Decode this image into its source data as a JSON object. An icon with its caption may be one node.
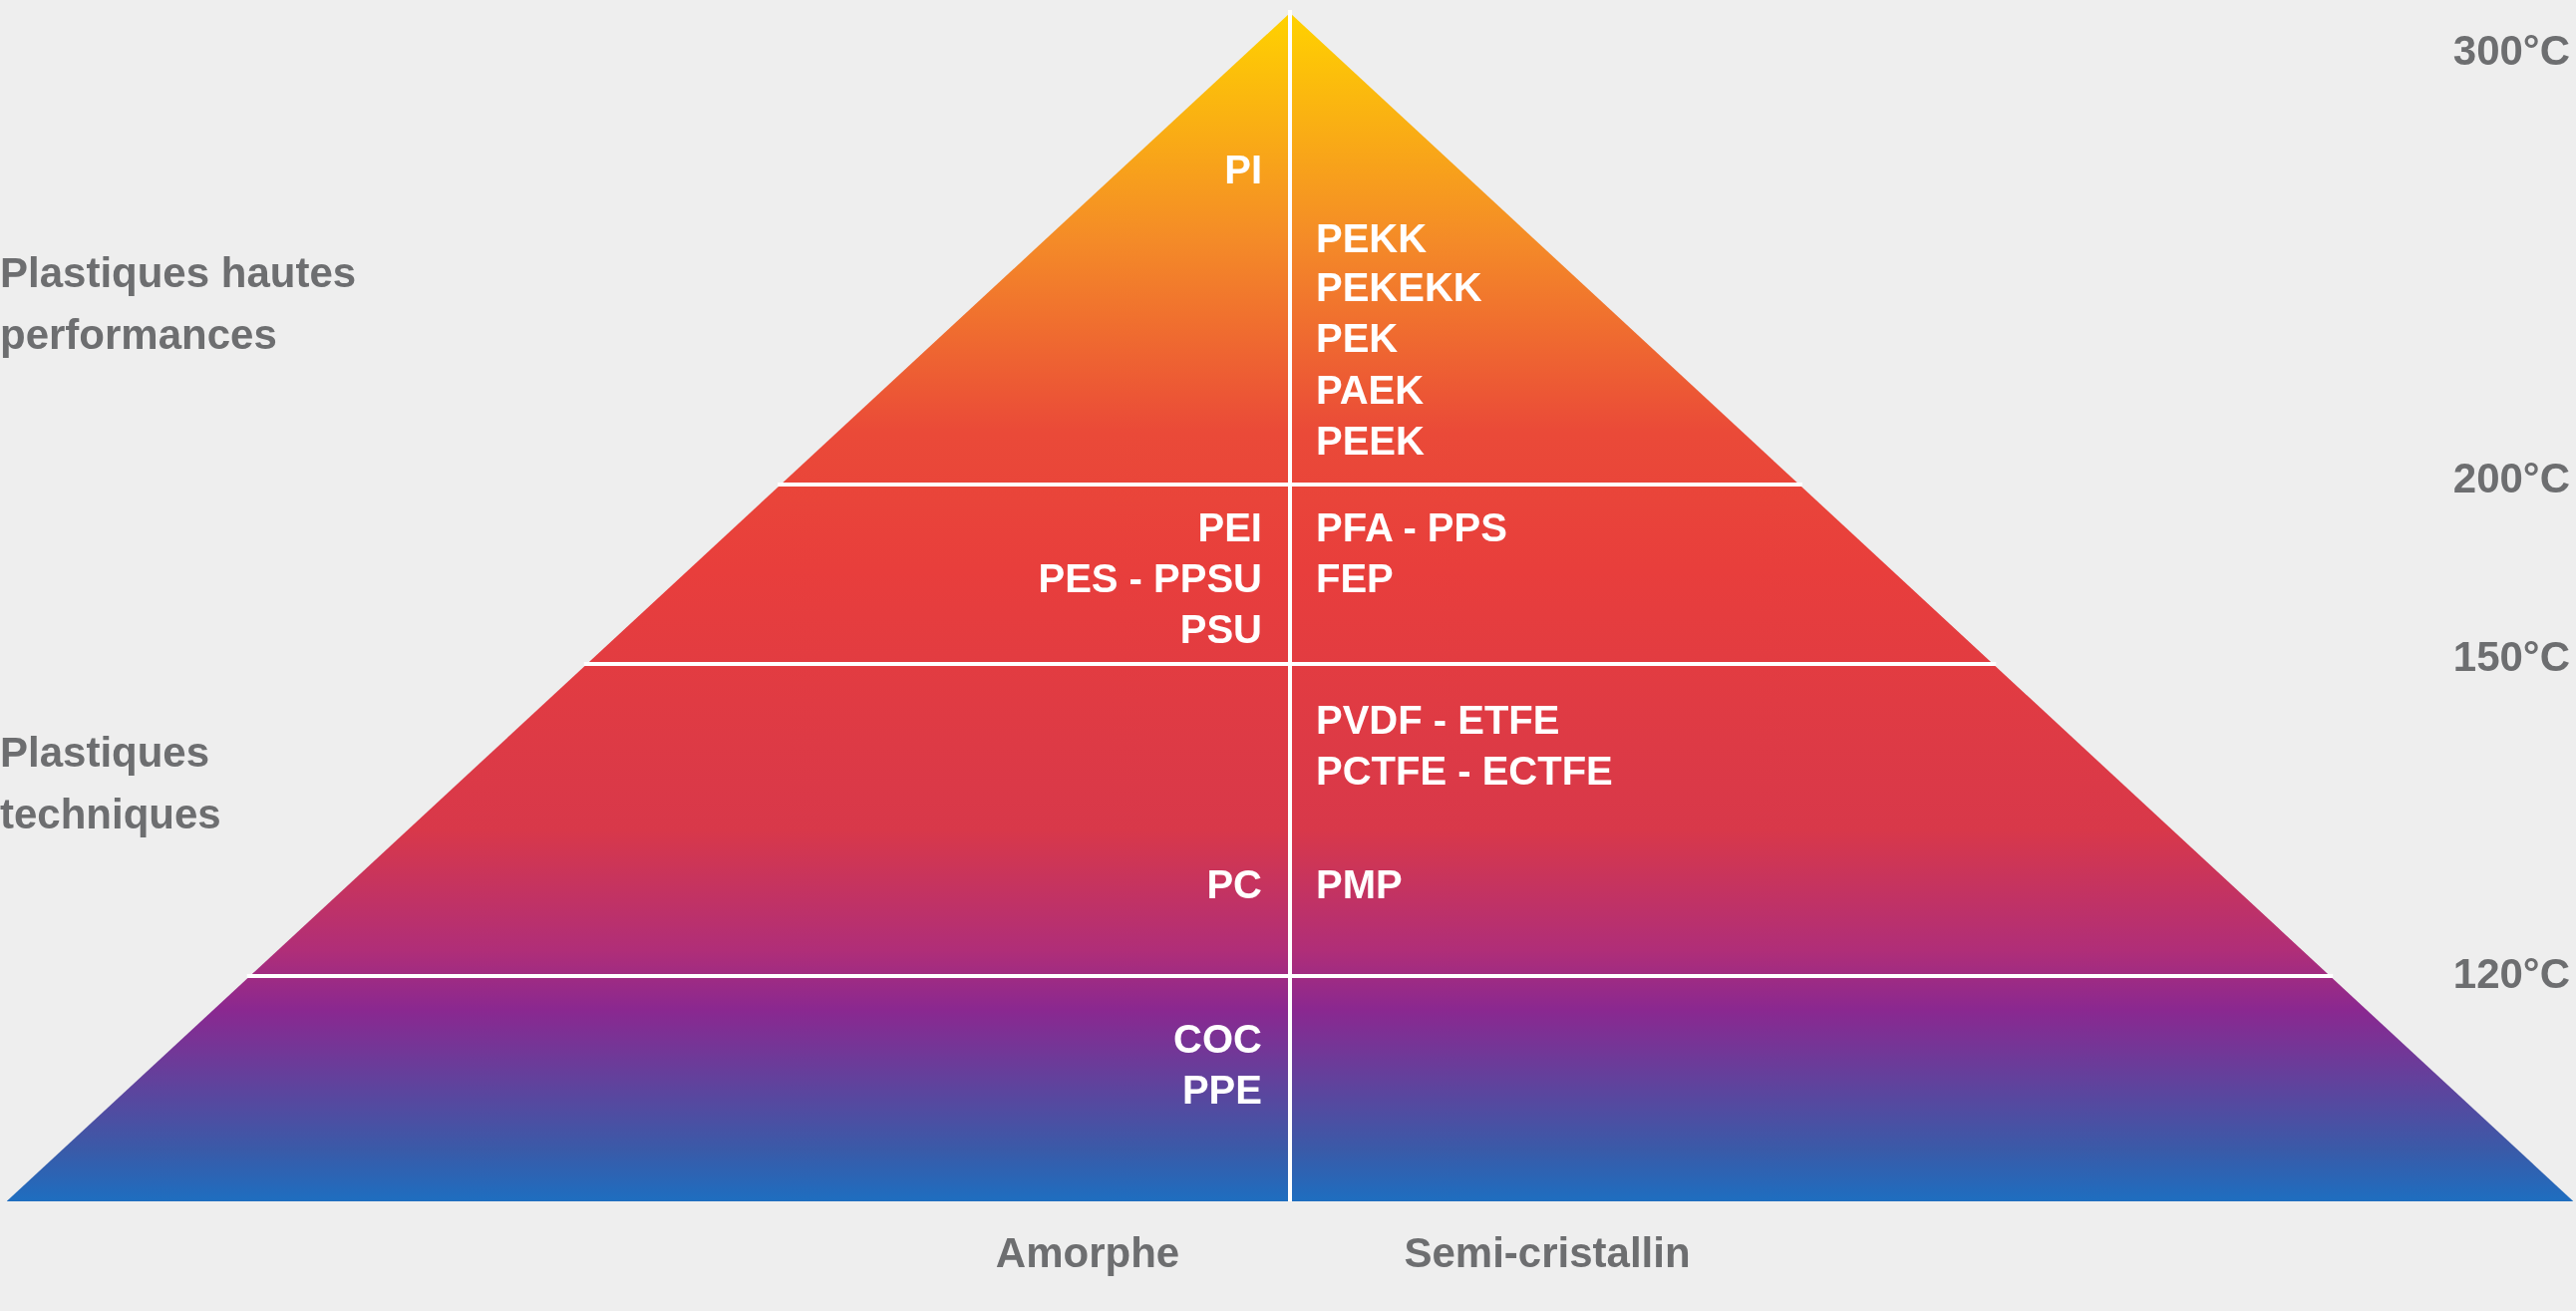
{
  "diagram": {
    "nodes": [
      {
        "text": [
          "PI",
          "PEKK",
          "PEKEKK",
          "PEK",
          "PAEK",
          "PEEK"
        ]
      },
      {
        "text": [
          "PEI",
          "PES - PPSU",
          "PSU",
          "PFA - PPS",
          "FEP"
        ]
      },
      {
        "text": [
          "PVDF - ETFE",
          "PCTFE - ECTFE",
          "PC",
          "PMP"
        ]
      },
      {
        "text": [
          "COC",
          "PPE"
        ]
      }
    ],
    "labels": [
      "300°C",
      "Plastiques hautes performances",
      "200°C",
      "150°C",
      "Plastiques techniques",
      "120°C",
      "Amorphe",
      "Semi-cristallin"
    ]
  }
}
